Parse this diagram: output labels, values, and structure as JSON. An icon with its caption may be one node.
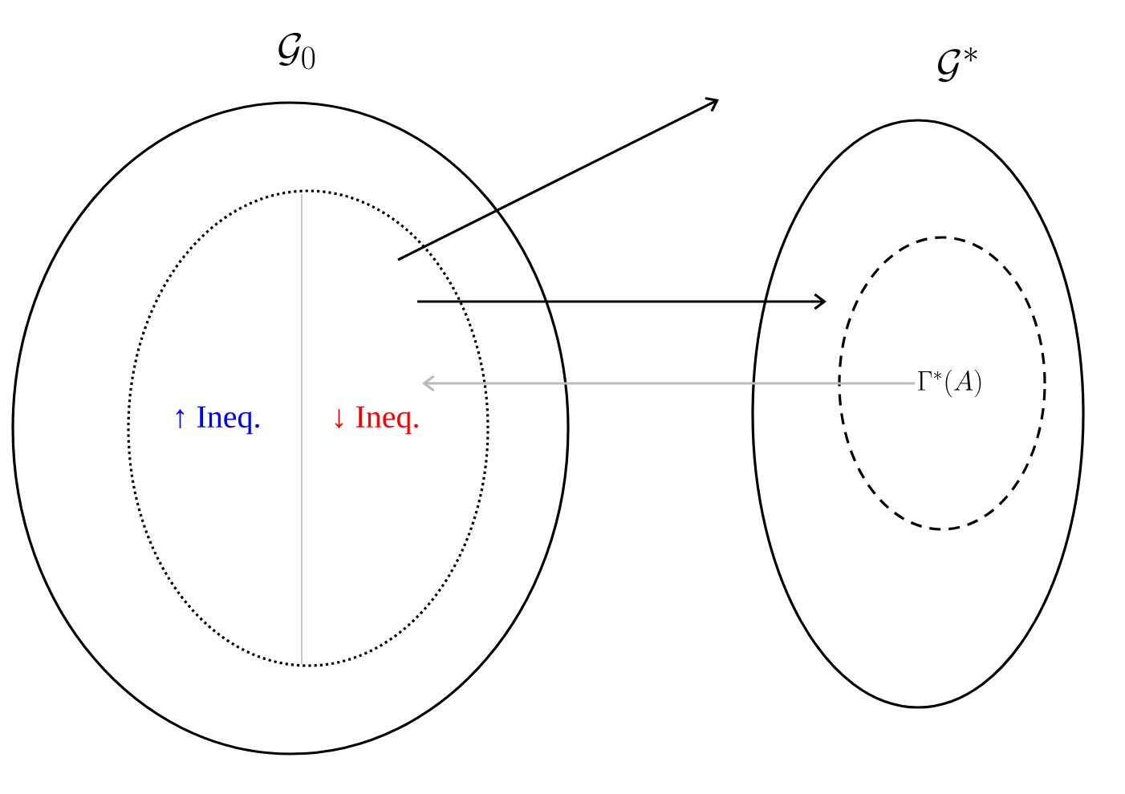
{
  "diagram": {
    "nodes": [
      {
        "text": [
          "\\mathcal{G}_0"
        ]
      },
      {
        "text": [],
        "shape": "circle",
        "in": 0
      },
      {
        "text": [
          "↑ Ineq."
        ],
        "in": 1
      },
      {
        "text": [
          "↓ Ineq."
        ],
        "in": 1
      },
      {
        "text": [
          "\\mathcal{G}^*"
        ]
      },
      {
        "text": [],
        "shape": "circle",
        "in": 4
      },
      {
        "text": [
          "\\Gamma^*(A)"
        ],
        "in": 5
      }
    ],
    "edges": [
      {
        "from": 1,
        "to": null,
        "arrow": "to"
      },
      {
        "from": 1,
        "to": 5,
        "arrow": "to"
      },
      {
        "from": 6,
        "to": 3,
        "arrow": "to",
        "color": "#bbbbbb"
      }
    ]
  }
}
